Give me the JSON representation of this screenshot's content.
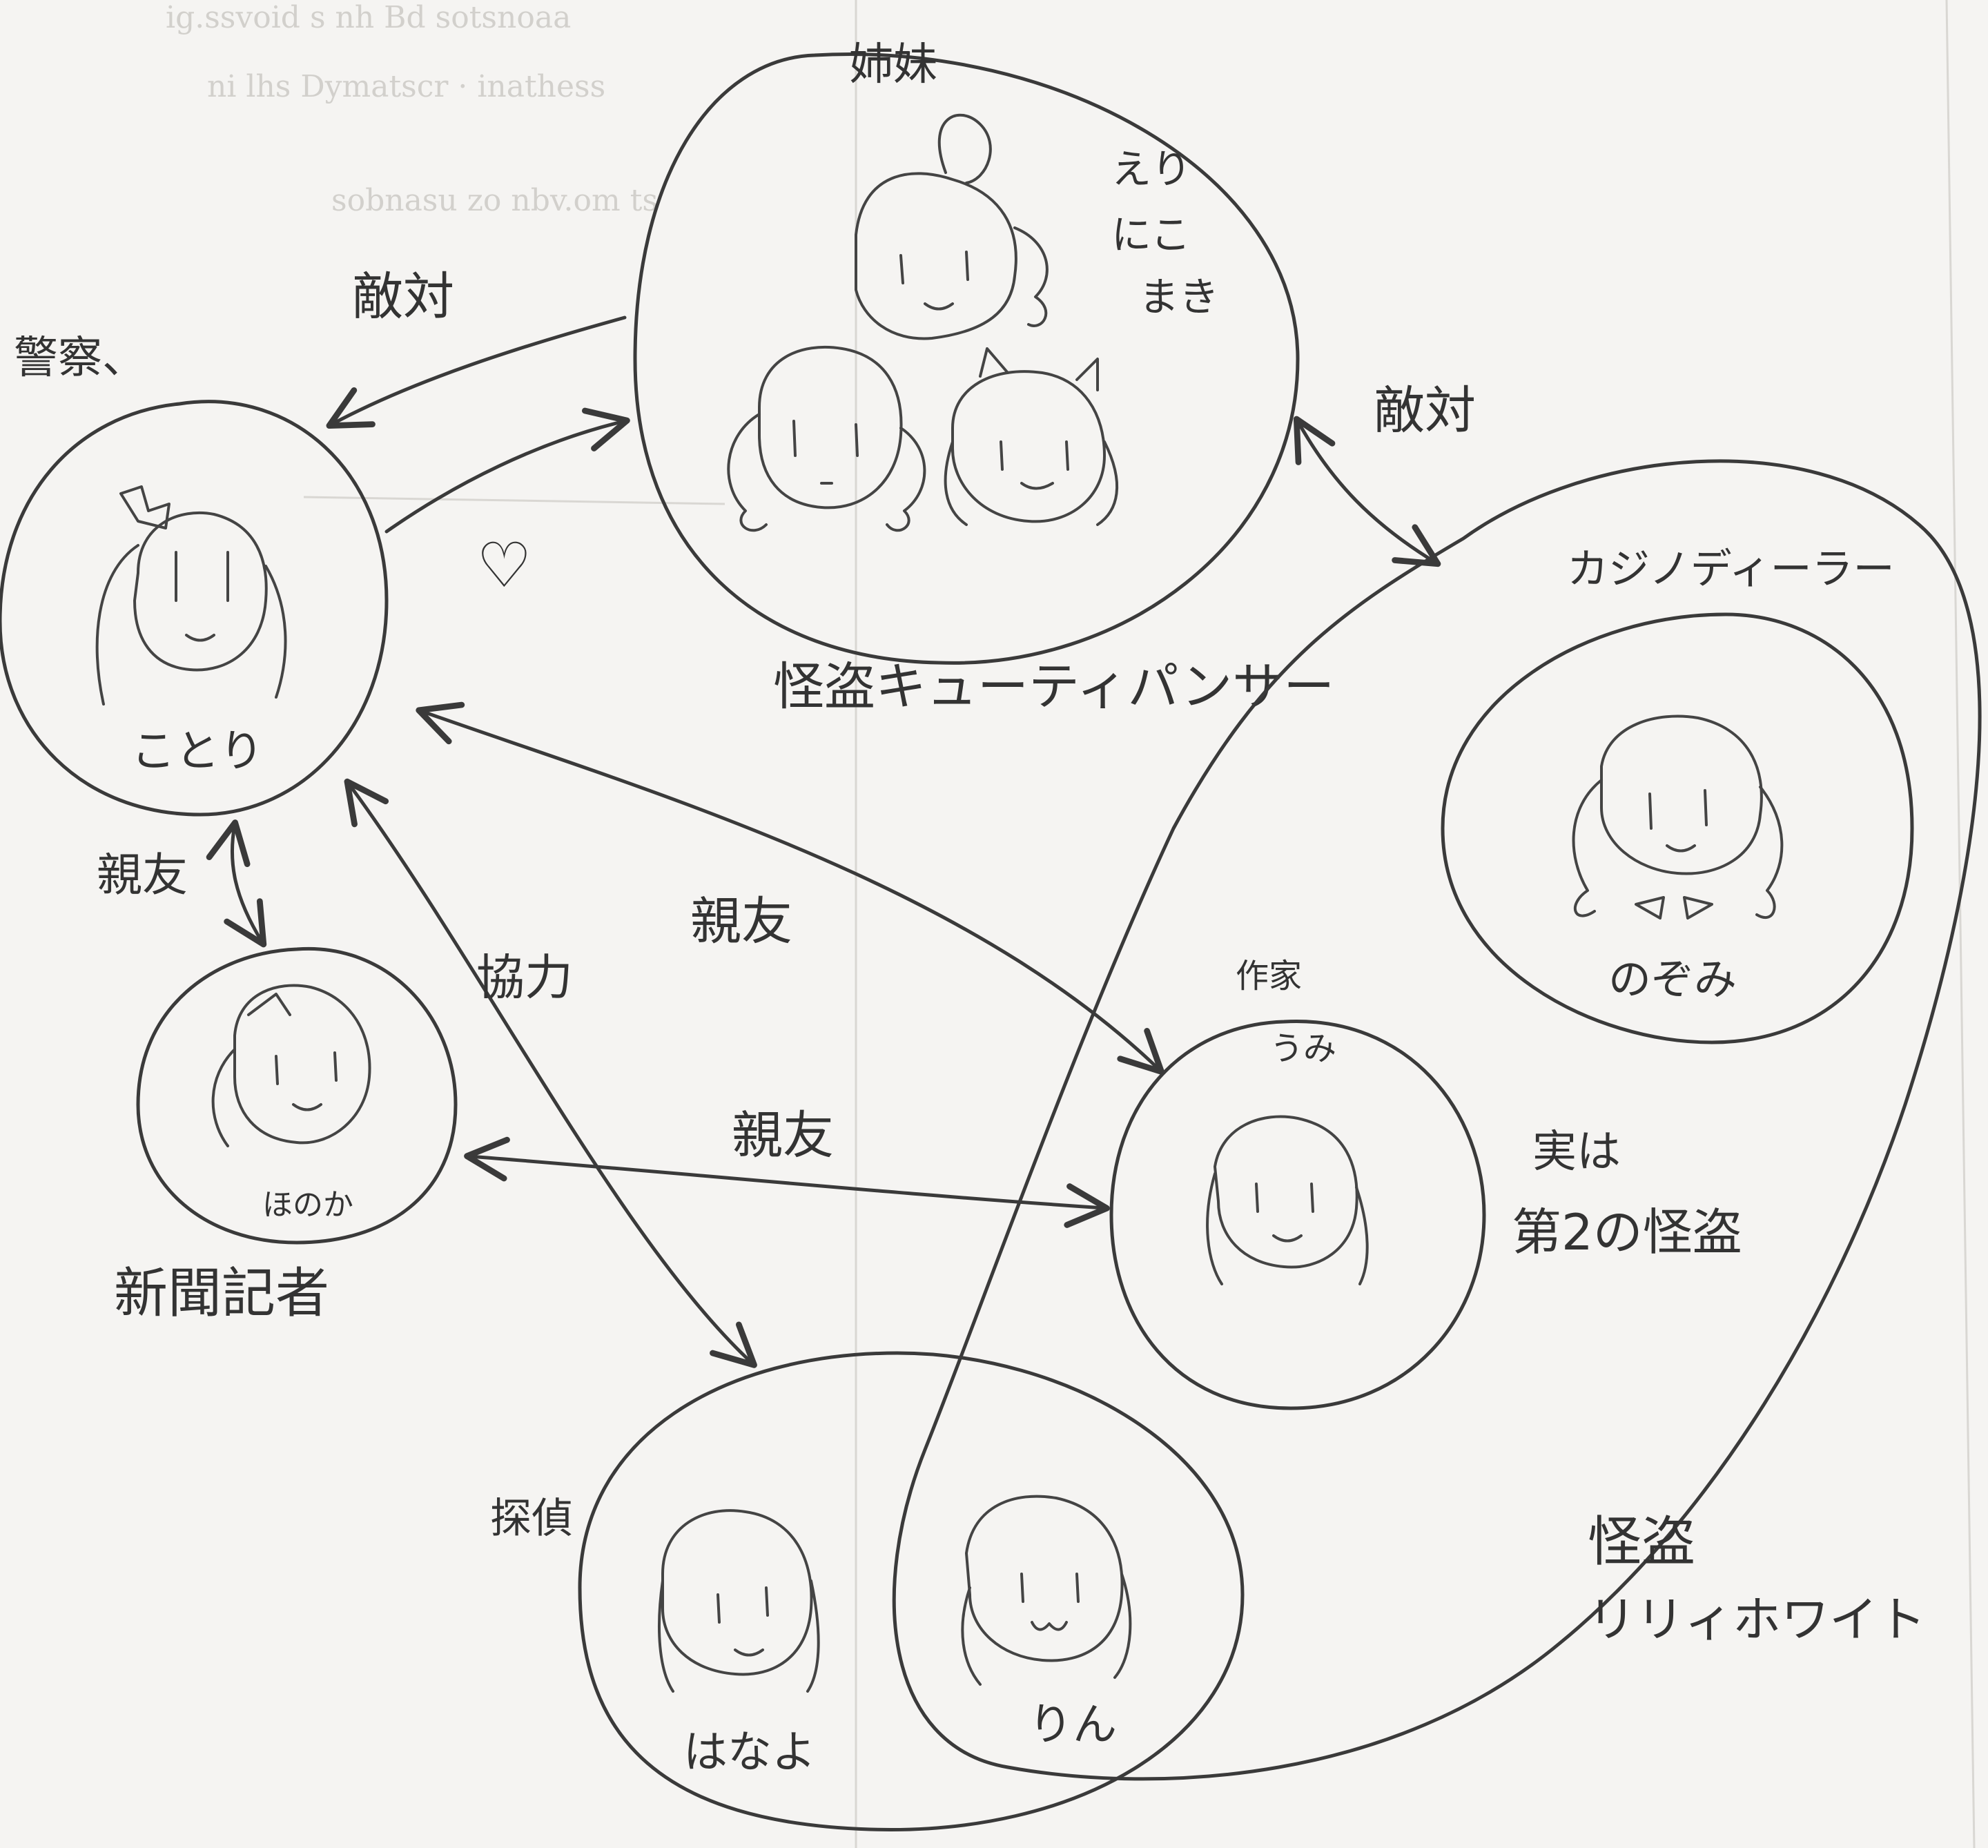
{
  "groups": {
    "sisters": {
      "heading": "姉妹",
      "members_text": [
        "えり",
        "にこ",
        "まき"
      ],
      "caption": "怪盗キューティパンサー"
    },
    "police": {
      "heading": "警察、",
      "name": "ことり"
    },
    "reporter": {
      "name": "ほのか",
      "caption": "新聞記者"
    },
    "writer": {
      "heading": "作家",
      "name": "うみ"
    },
    "dealer": {
      "heading": "カジノディーラー",
      "name": "のぞみ"
    },
    "detectives": {
      "heading": "探偵",
      "left_name": "はなよ",
      "right_name": "りん"
    },
    "lilywhite": {
      "caption_line1": "怪盗",
      "caption_line2": "リリィホワイト"
    },
    "secret_note": {
      "line1": "実は",
      "line2": "第2の怪盗"
    }
  },
  "relations": {
    "police_sisters": "敵対",
    "sisters_lilywhite": "敵対",
    "police_reporter": "親友",
    "police_writer": "親友",
    "police_detectives": "協力",
    "reporter_writer": "親友",
    "heart_symbol": "♡"
  }
}
